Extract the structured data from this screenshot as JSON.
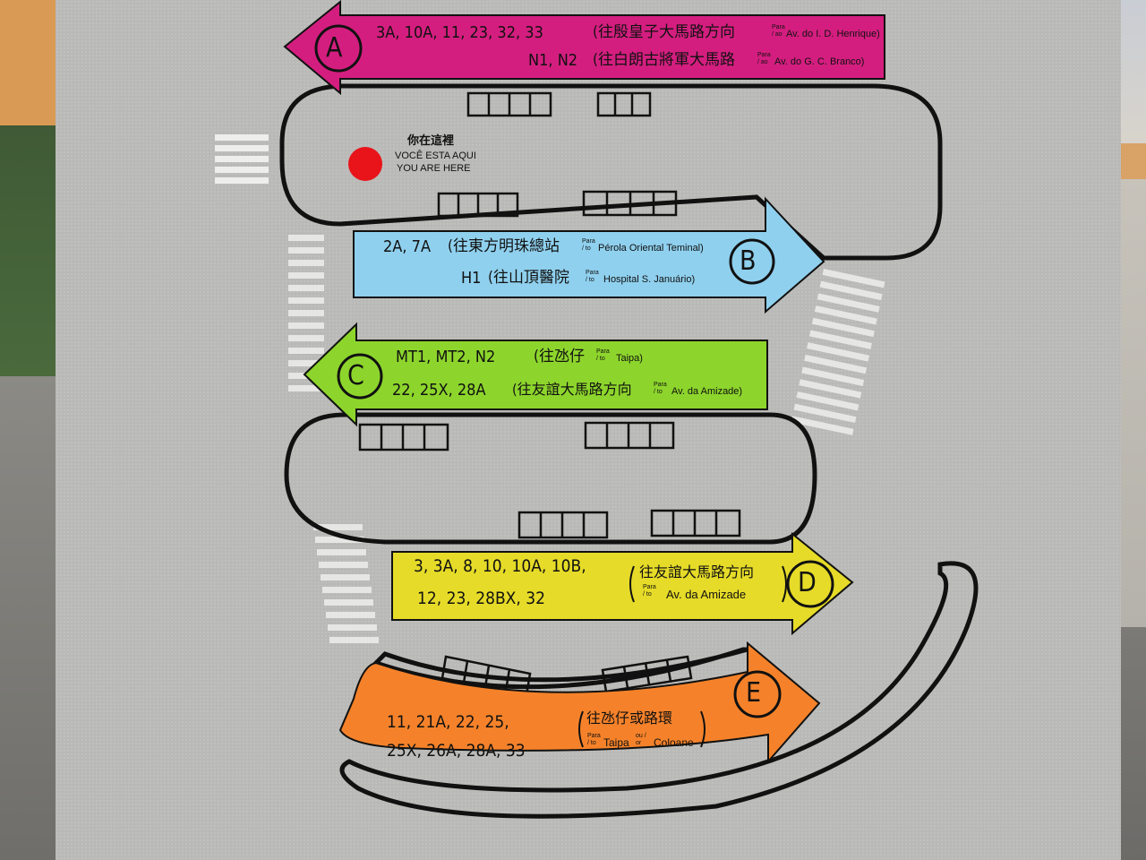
{
  "you_are_here": {
    "zh": "你在這裡",
    "pt": "VOCÊ ESTA AQUI",
    "en": "YOU ARE HERE"
  },
  "colors": {
    "A": "#d41e7f",
    "B": "#8fd0ee",
    "C": "#8dd52c",
    "D": "#e6db28",
    "E": "#f5822a",
    "marker": "#e8141a"
  },
  "stops": {
    "A": {
      "letter": "A",
      "line1": {
        "routes": "3A, 10A, 11, 23, 32, 33",
        "zh": "(往殷皇子大馬路方向",
        "para": "Para / ao",
        "dest": "Av. do I. D. Henrique)"
      },
      "line2": {
        "routes": "N1, N2",
        "zh": "(往白朗古將軍大馬路",
        "para": "Para / ao",
        "dest": "Av. do G. C. Branco)"
      }
    },
    "B": {
      "letter": "B",
      "line1": {
        "routes": "2A, 7A",
        "zh": "(往東方明珠總站",
        "para": "Para / to",
        "dest": "Pérola Oriental Teminal)"
      },
      "line2": {
        "routes": "H1",
        "zh": "(往山頂醫院",
        "para": "Para / to",
        "dest": "Hospital S. Januário)"
      }
    },
    "C": {
      "letter": "C",
      "line1": {
        "routes": "MT1, MT2, N2",
        "zh": "(往氹仔",
        "para": "Para / to",
        "dest": "Taipa)"
      },
      "line2": {
        "routes": "22, 25X, 28A",
        "zh": "(往友誼大馬路方向",
        "para": "Para / to",
        "dest": "Av. da Amizade)"
      }
    },
    "D": {
      "letter": "D",
      "line1": {
        "routes": "3, 3A, 8, 10, 10A, 10B,"
      },
      "line2": {
        "routes": "12, 23, 28BX, 32"
      },
      "zh": "往友誼大馬路方向",
      "para": "Para / to",
      "dest": "Av. da Amizade"
    },
    "E": {
      "letter": "E",
      "line1": {
        "routes": "11, 21A, 22, 25,"
      },
      "line2": {
        "routes": "25X, 26A, 28A, 33"
      },
      "zh": "往氹仔或路環",
      "para": "Para / to",
      "dest": "Taipa",
      "ou": "ou / or",
      "dest2": "Coloane"
    }
  }
}
